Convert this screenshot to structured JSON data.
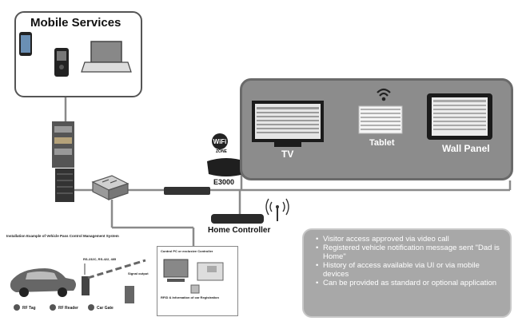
{
  "mobile": {
    "title": "Mobile Services"
  },
  "panel": {
    "tv_label": "TV",
    "tablet_label": "Tablet",
    "wall_label": "Wall Panel"
  },
  "router": {
    "name": "E3000",
    "wifi_text": "WiFi",
    "zone_text": "ZONE"
  },
  "home_controller": {
    "label": "Home Controller"
  },
  "installation": {
    "caption": "Installation Example of Vehicle Pass Control Management System",
    "controller_caption": "Control PC or exclusive Controller",
    "rs_caption": "RS-232C, RS-422, 485",
    "signal_caption": "Signal output",
    "rfid_caption": "RFID & Information of car Registration",
    "legend": [
      "RF Tag",
      "RF Reader",
      "Car Gate"
    ]
  },
  "info": {
    "items": [
      "Visitor access approved via video call",
      "Registered vehicle notification message sent \"Dad is Home\"",
      "History of access available via UI or via mobile devices",
      "Can be provided as standard or optional application"
    ]
  },
  "colors": {
    "panel": "#8c8c8c",
    "info": "#a8a8a8",
    "wire": "#888888"
  }
}
